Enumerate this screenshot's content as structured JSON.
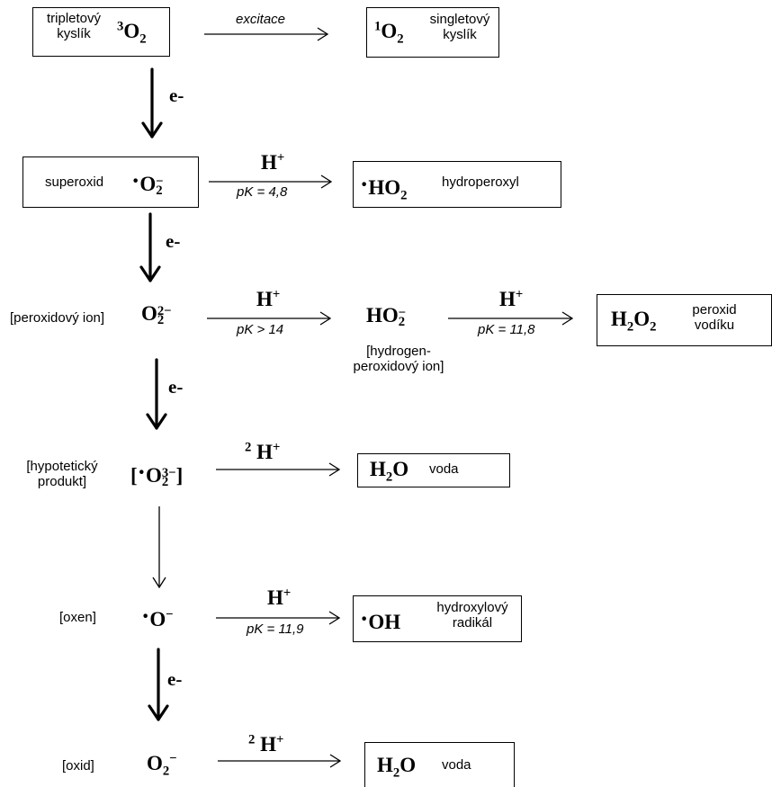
{
  "row1": {
    "triplet_label": "tripletový\nkyslík",
    "triplet_formula": "3O2",
    "arrow_label": "excitace",
    "singlet_formula": "1O2",
    "singlet_label": "singletový\nkyslík"
  },
  "electron_label": "e-",
  "row2": {
    "superoxid_label": "superoxid",
    "superoxid_formula": "·O2−",
    "reagent": "H+",
    "pk": "pK = 4,8",
    "product_formula": "·HO2",
    "product_label": "hydroperoxyl"
  },
  "row3": {
    "label": "[peroxidový ion]",
    "formula": "O22−",
    "reagent1": "H+",
    "pk1": "pK > 14",
    "mid_formula": "HO2−",
    "mid_label": "[hydrogen-\nperoxidový ion]",
    "reagent2": "H+",
    "pk2": "pK = 11,8",
    "product_formula": "H2O2",
    "product_label": "peroxid\nvodíku"
  },
  "row4": {
    "label": "[hypotetický\nprodukt]",
    "formula": "[·O23−]",
    "reagent": "2 H+",
    "product_formula": "H2O",
    "product_label": "voda"
  },
  "row5": {
    "label": "[oxen]",
    "formula": "·O−",
    "reagent": "H+",
    "pk": "pK = 11,9",
    "product_formula": "·OH",
    "product_label": "hydroxylový\nradikál"
  },
  "row6": {
    "label": "[oxid]",
    "formula": "O2−",
    "reagent": "2 H+",
    "product_formula": "H2O",
    "product_label": "voda"
  },
  "colors": {
    "line": "#000000",
    "background": "#ffffff"
  }
}
